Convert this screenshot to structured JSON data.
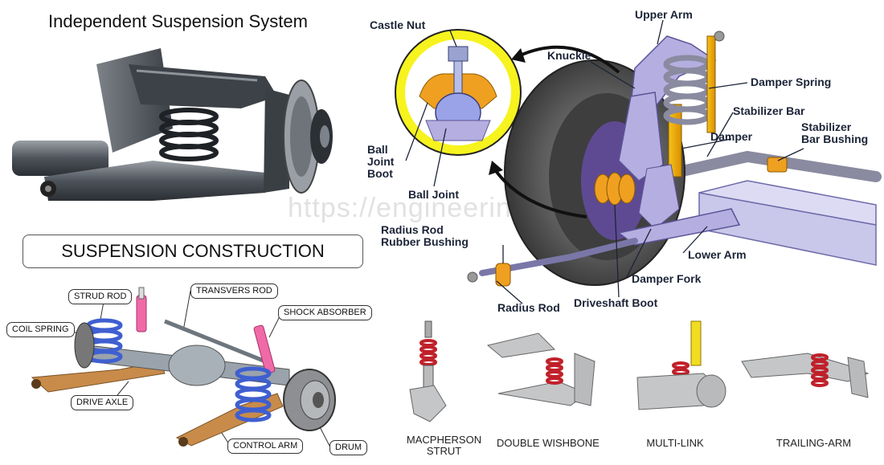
{
  "colors": {
    "bushing_orange": "#f0a020",
    "spring_yellow": "#f3b400",
    "arm_lavender": "#b5aee0",
    "tire_dark": "#4a4a4a",
    "zoom_circle": "#f7f31e",
    "coil_blue": "#3f5fd0",
    "shock_pink": "#f06aa8",
    "arm_brown": "#c88b4a",
    "strut_red": "#c0202a"
  },
  "top_left": {
    "title": "Independent Suspension System"
  },
  "watermark": "https://engineering...",
  "construction": {
    "title": "SUSPENSION CONSTRUCTION",
    "labels": {
      "strud_rod": "STRUD ROD",
      "transvers_rod": "TRANSVERS ROD",
      "coil_spring": "COIL SPRING",
      "shock_absorber": "SHOCK ABSORBER",
      "drive_axle": "DRIVE AXLE",
      "control_arm": "CONTROL ARM",
      "drum": "DRUM"
    }
  },
  "detail": {
    "labels": {
      "castle_nut": "Castle Nut",
      "upper_arm": "Upper Arm",
      "knuckle": "Knuckle",
      "damper_spring": "Damper Spring",
      "stabilizer_bar": "Stabilizer Bar",
      "damper": "Damper",
      "stabilizer_bar_bushing": "Stabilizer\nBar Bushing",
      "ball_joint_boot": "Ball\nJoint\nBoot",
      "ball_joint": "Ball Joint",
      "radius_rod_rubber_bushing": "Radius Rod\nRubber Bushing",
      "lower_arm": "Lower Arm",
      "damper_fork": "Damper Fork",
      "radius_rod": "Radius Rod",
      "driveshaft_boot": "Driveshaft Boot"
    }
  },
  "types": [
    {
      "label": "MACPHERSON\nSTRUT"
    },
    {
      "label": "DOUBLE WISHBONE"
    },
    {
      "label": "MULTI-LINK"
    },
    {
      "label": "TRAILING-ARM"
    }
  ]
}
